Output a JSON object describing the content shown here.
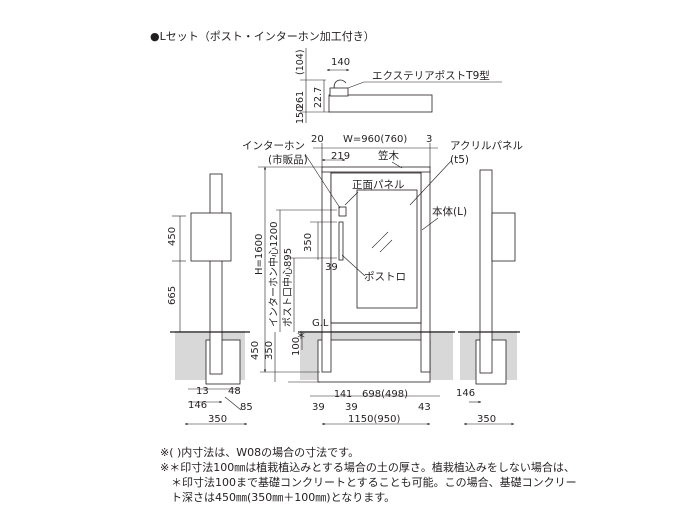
{
  "title": "●Lセット（ポスト・インターホン加工付き）",
  "post_detail": {
    "product_label": "エクステリアポストT9型",
    "dim_104": "(104)",
    "dim_140": "140",
    "dim_22_7": "22.7",
    "dim_261": "261",
    "dim_150": "150"
  },
  "front": {
    "dim_20": "20",
    "dim_width": "W=960(760)",
    "dim_3": "3",
    "dim_219": "219",
    "dim_height": "H=1600",
    "dim_intercom_center": "インターホン中心1200",
    "dim_post_center": "ポスト口中心895",
    "dim_350_slot": "350",
    "dim_39_slot": "39",
    "dim_350_base": "350",
    "dim_450_base": "450",
    "dim_100": "100",
    "asterisk": "＊",
    "gl": "G.L",
    "dim_39_left": "39",
    "dim_141": "141",
    "dim_39_mid": "39",
    "dim_698": "698(498)",
    "dim_43": "43",
    "dim_1150": "1150(950)"
  },
  "labels": {
    "intercom": "インターホン",
    "intercom_sub": "(市販品)",
    "kasagi": "笠木",
    "acrylic": "アクリルパネル",
    "acrylic_sub": "(t5)",
    "front_panel": "正面パネル",
    "body": "本体(L)",
    "post_slot": "ポストロ"
  },
  "left_side": {
    "dim_450": "450",
    "dim_665": "665",
    "dim_13": "13",
    "dim_48": "48",
    "dim_146": "146",
    "dim_85": "85",
    "dim_350": "350"
  },
  "right_side": {
    "dim_146": "146",
    "dim_350": "350"
  },
  "notes": [
    "※( )内寸法は、W08の場合の寸法です。",
    "※＊印寸法100㎜は植栽植込みとする場合の土の厚さ。植栽植込みをしない場合は、",
    "　＊印寸法100まで基礎コンクリートとすることも可能。この場合、基礎コンクリー",
    "　ト深さは450㎜(350㎜＋100㎜)となります。"
  ]
}
